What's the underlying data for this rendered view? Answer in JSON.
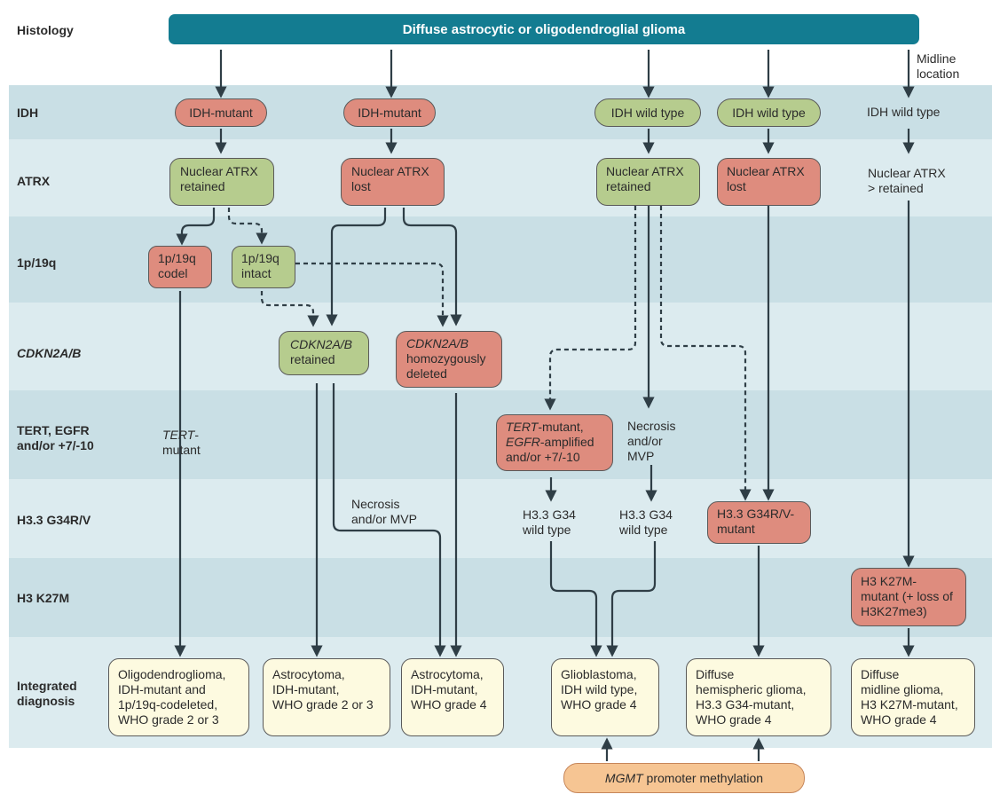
{
  "rows": [
    {
      "label": "Histology"
    },
    {
      "label": "IDH"
    },
    {
      "label": "ATRX"
    },
    {
      "label": "1p/19q"
    },
    {
      "label": "CDKN2A/B"
    },
    {
      "label": "TERT, EGFR\nand/or +7/-10"
    },
    {
      "label": "H3.3 G34R/V"
    },
    {
      "label": "H3 K27M"
    },
    {
      "label": "Integrated\ndiagnosis"
    }
  ],
  "header": {
    "text": "Diffuse astrocytic or oligodendroglial glioma"
  },
  "midline": "Midline\nlocation",
  "nodes": {
    "idh1": "IDH-mutant",
    "idh2": "IDH-mutant",
    "idh3": "IDH wild type",
    "idh4": "IDH wild type",
    "idh5": "IDH wild type",
    "atrx1": "Nuclear ATRX\nretained",
    "atrx2": "Nuclear ATRX\nlost",
    "atrx3": "Nuclear ATRX\nretained",
    "atrx4": "Nuclear ATRX\nlost",
    "atrx5": "Nuclear ATRX\n> retained",
    "codel": "1p/19q\ncodel",
    "intact": "1p/19q\nintact",
    "cdkn_ret_italic": "CDKN2A/B",
    "cdkn_ret_rest": "retained",
    "cdkn_del_italic": "CDKN2A/B",
    "cdkn_del_rest": "homozygously\ndeleted",
    "tert_mut_italic": "TERT",
    "tert_mut_rest": "-\nmutant",
    "tert_box_italic1": "TERT",
    "tert_box_rest1": "-mutant,",
    "tert_box_italic2": "EGFR",
    "tert_box_rest2": "-amplified",
    "tert_box_rest3": "and/or +7/-10",
    "necrosis1": "Necrosis\nand/or MVP",
    "necrosis2": "Necrosis\nand/or\nMVP",
    "g34wt1": "H3.3 G34\nwild type",
    "g34wt2": "H3.3 G34\nwild type",
    "g34mut": "H3.3 G34R/V-\nmutant",
    "k27m": "H3 K27M-\nmutant (+ loss of\nH3K27me3)",
    "mgmt_italic": "MGMT",
    "mgmt_rest": " promoter methylation"
  },
  "diagnoses": [
    "Oligodendroglioma,\nIDH-mutant and\n1p/19q-codeleted,\nWHO grade 2 or 3",
    "Astrocytoma,\nIDH-mutant,\nWHO grade 2 or 3",
    "Astrocytoma,\nIDH-mutant,\nWHO grade 4",
    "Glioblastoma,\nIDH wild type,\nWHO grade 4",
    "Diffuse\nhemispheric glioma,\nH3.3 G34-mutant,\nWHO grade 4",
    "Diffuse\nmidline glioma,\nH3 K27M-mutant,\nWHO grade 4"
  ],
  "colors": {
    "header": "#137c91",
    "band_dark": "#c9dfe5",
    "band_light": "#dcebef",
    "node_red": "#de8c7e",
    "node_green": "#b6cc8e",
    "node_cream": "#fdfae0",
    "node_orange": "#f6c593",
    "arrow": "#2f3e46"
  }
}
